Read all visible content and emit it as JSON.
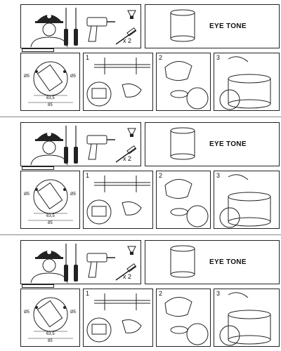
{
  "product_name": "EYE TONE",
  "fixing_quantity": "x 2",
  "step_numbers": [
    "1",
    "2",
    "3"
  ],
  "dimensions": {
    "hole_diameter_left": "Ø5",
    "hole_diameter_right": "Ø5",
    "hole_spacing": "63,5",
    "base_width": "85"
  },
  "repeats": 3
}
